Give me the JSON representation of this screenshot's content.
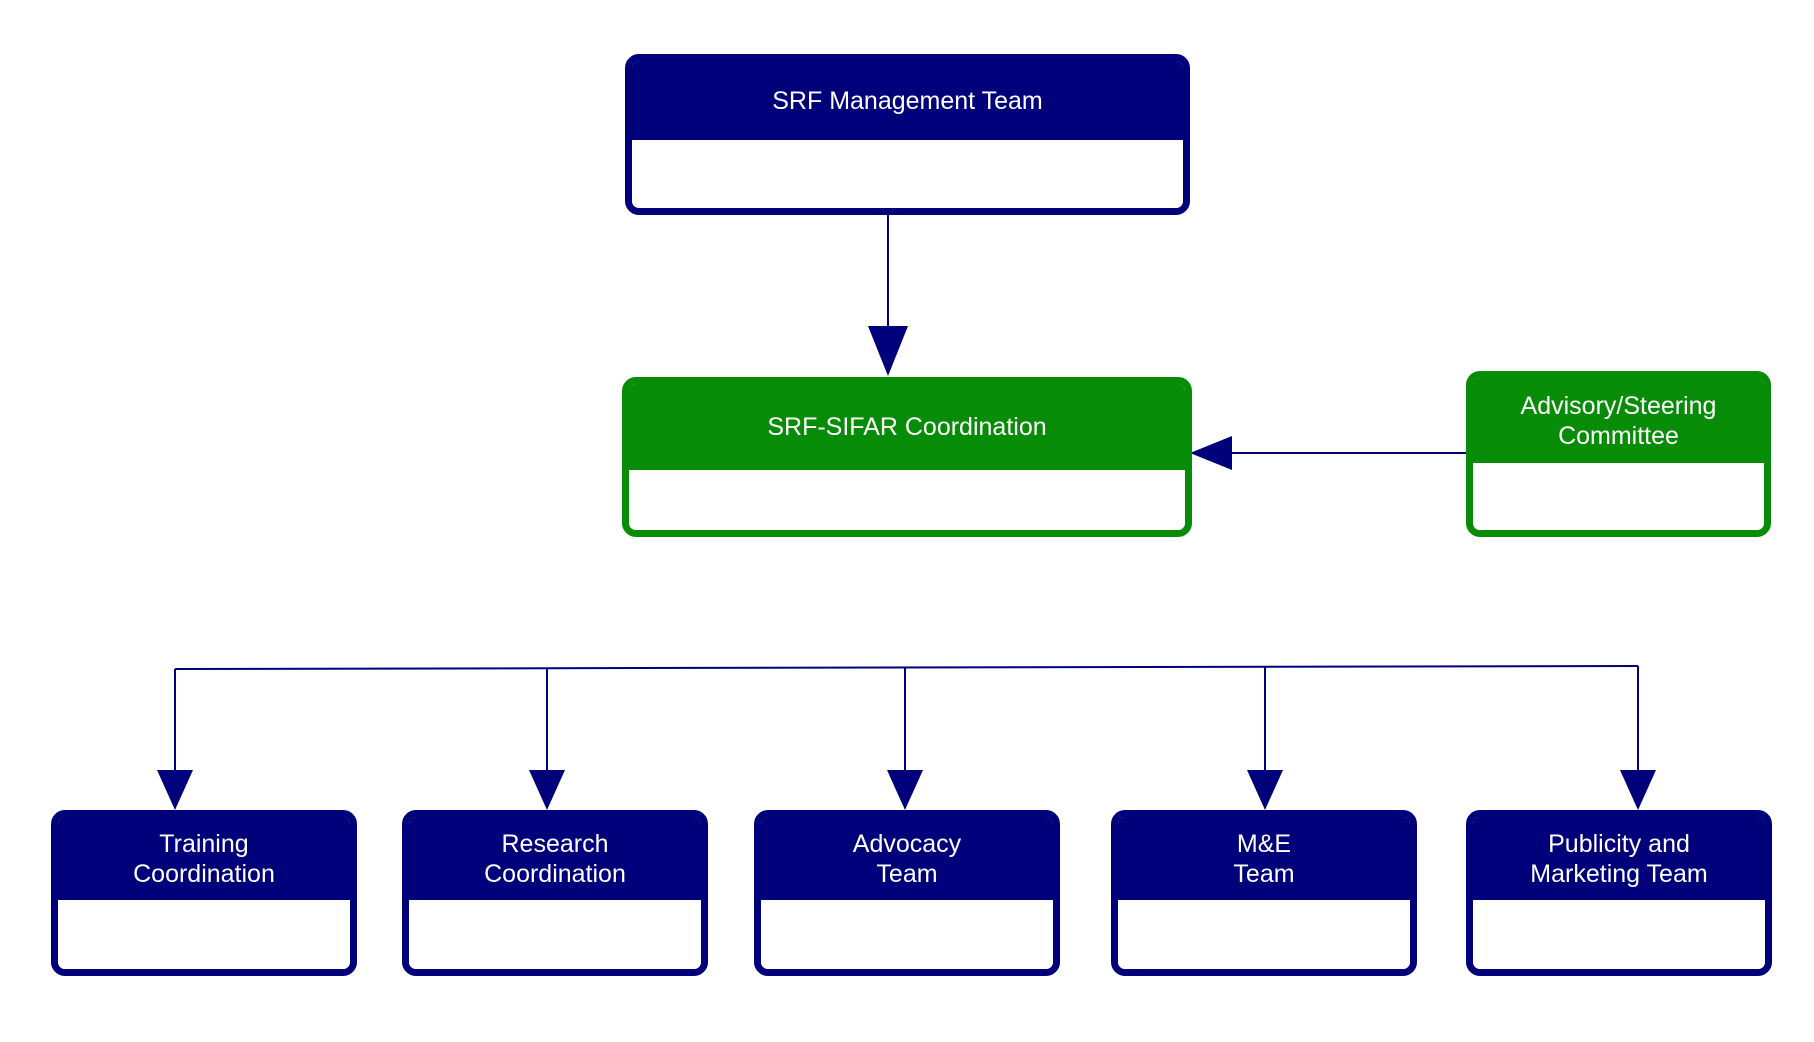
{
  "colors": {
    "navy": "#00007a",
    "green": "#078c07",
    "background": "#ffffff"
  },
  "nodes": {
    "management": {
      "title": "SRF Management Team"
    },
    "coordination": {
      "title": "SRF-SIFAR Coordination"
    },
    "advisory": {
      "title": "Advisory/Steering\nCommittee"
    },
    "training": {
      "title": "Training\nCoordination"
    },
    "research": {
      "title": "Research\nCoordination"
    },
    "advocacy": {
      "title": "Advocacy\nTeam"
    },
    "me": {
      "title": "M&E\nTeam"
    },
    "publicity": {
      "title": "Publicity and\nMarketing Team"
    }
  }
}
